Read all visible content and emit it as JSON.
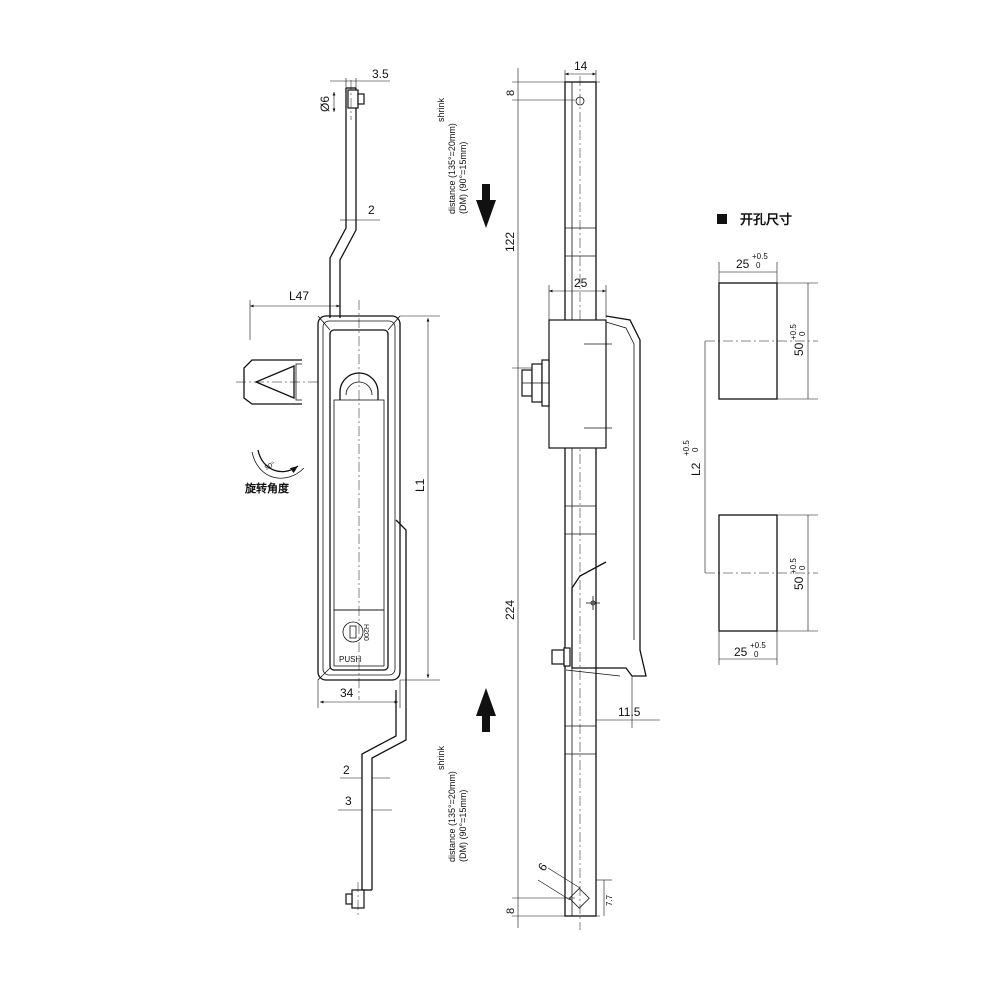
{
  "left_view": {
    "dim_top_width": "3.5",
    "dim_hole": "Ø6",
    "dim_offset_top": "2",
    "dim_L47": "L47",
    "dim_L1": "L1",
    "dim_width": "34",
    "dim_offset_bottom": "2",
    "dim_bar": "3",
    "rotation_label": "旋转角度",
    "rotation_angle": "90°",
    "push_label": "PUSH",
    "key_code": "H200"
  },
  "side_view": {
    "dim_width_top": "14",
    "dim_top_gap": "8",
    "dim_upper": "122",
    "dim_body": "25",
    "dim_lower": "224",
    "dim_step": "11.5",
    "dim_hole": "6",
    "dim_bottom_gap": "8",
    "dim_end": "7.7",
    "arrow_top": {
      "line1": "shrink",
      "line2": "distance (135°=20mm)",
      "line3": "(DM)     (90°=15mm)"
    },
    "arrow_bottom": {
      "line1": "shrink",
      "line2": "distance (135°=20mm)",
      "line3": "(DM)     (90°=15mm)"
    }
  },
  "cutout": {
    "title": "开孔尺寸",
    "w_top": "25",
    "w_top_tol_plus": "+0.5",
    "w_top_tol_minus": "0",
    "h_top": "50",
    "h_top_tol_plus": "+0.5",
    "h_top_tol_minus": "0",
    "L2": "L2",
    "L2_tol_plus": "+0.5",
    "L2_tol_minus": "0",
    "h_bottom": "50",
    "h_bottom_tol_plus": "+0.5",
    "h_bottom_tol_minus": "0",
    "w_bottom": "25",
    "w_bottom_tol_plus": "+0.5",
    "w_bottom_tol_minus": "0"
  }
}
